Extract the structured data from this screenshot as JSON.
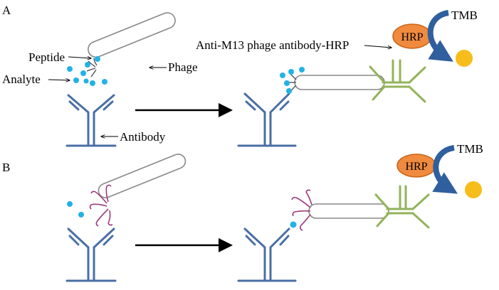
{
  "panels": [
    {
      "letter": "A",
      "labels": {
        "peptide": "Peptide",
        "analyte": "Analyte",
        "phage": "Phage",
        "antibody": "Antibody",
        "conjugate": "Anti-M13 phage antibody-HRP",
        "enzyme": "HRP",
        "substrate": "TMB"
      }
    },
    {
      "letter": "B",
      "labels": {
        "enzyme": "HRP",
        "substrate": "TMB"
      }
    }
  ],
  "colors": {
    "antibody": "#4a6fa5",
    "secondary_antibody": "#93b35a",
    "analyte": "#22b2e6",
    "peptide_b": "#9c3b7a",
    "hrp_fill": "#f08a3e",
    "hrp_stroke": "#c86418",
    "product": "#f7bd1a",
    "curved_arrow": "#2f5f9e",
    "phage_stroke": "#888888"
  }
}
